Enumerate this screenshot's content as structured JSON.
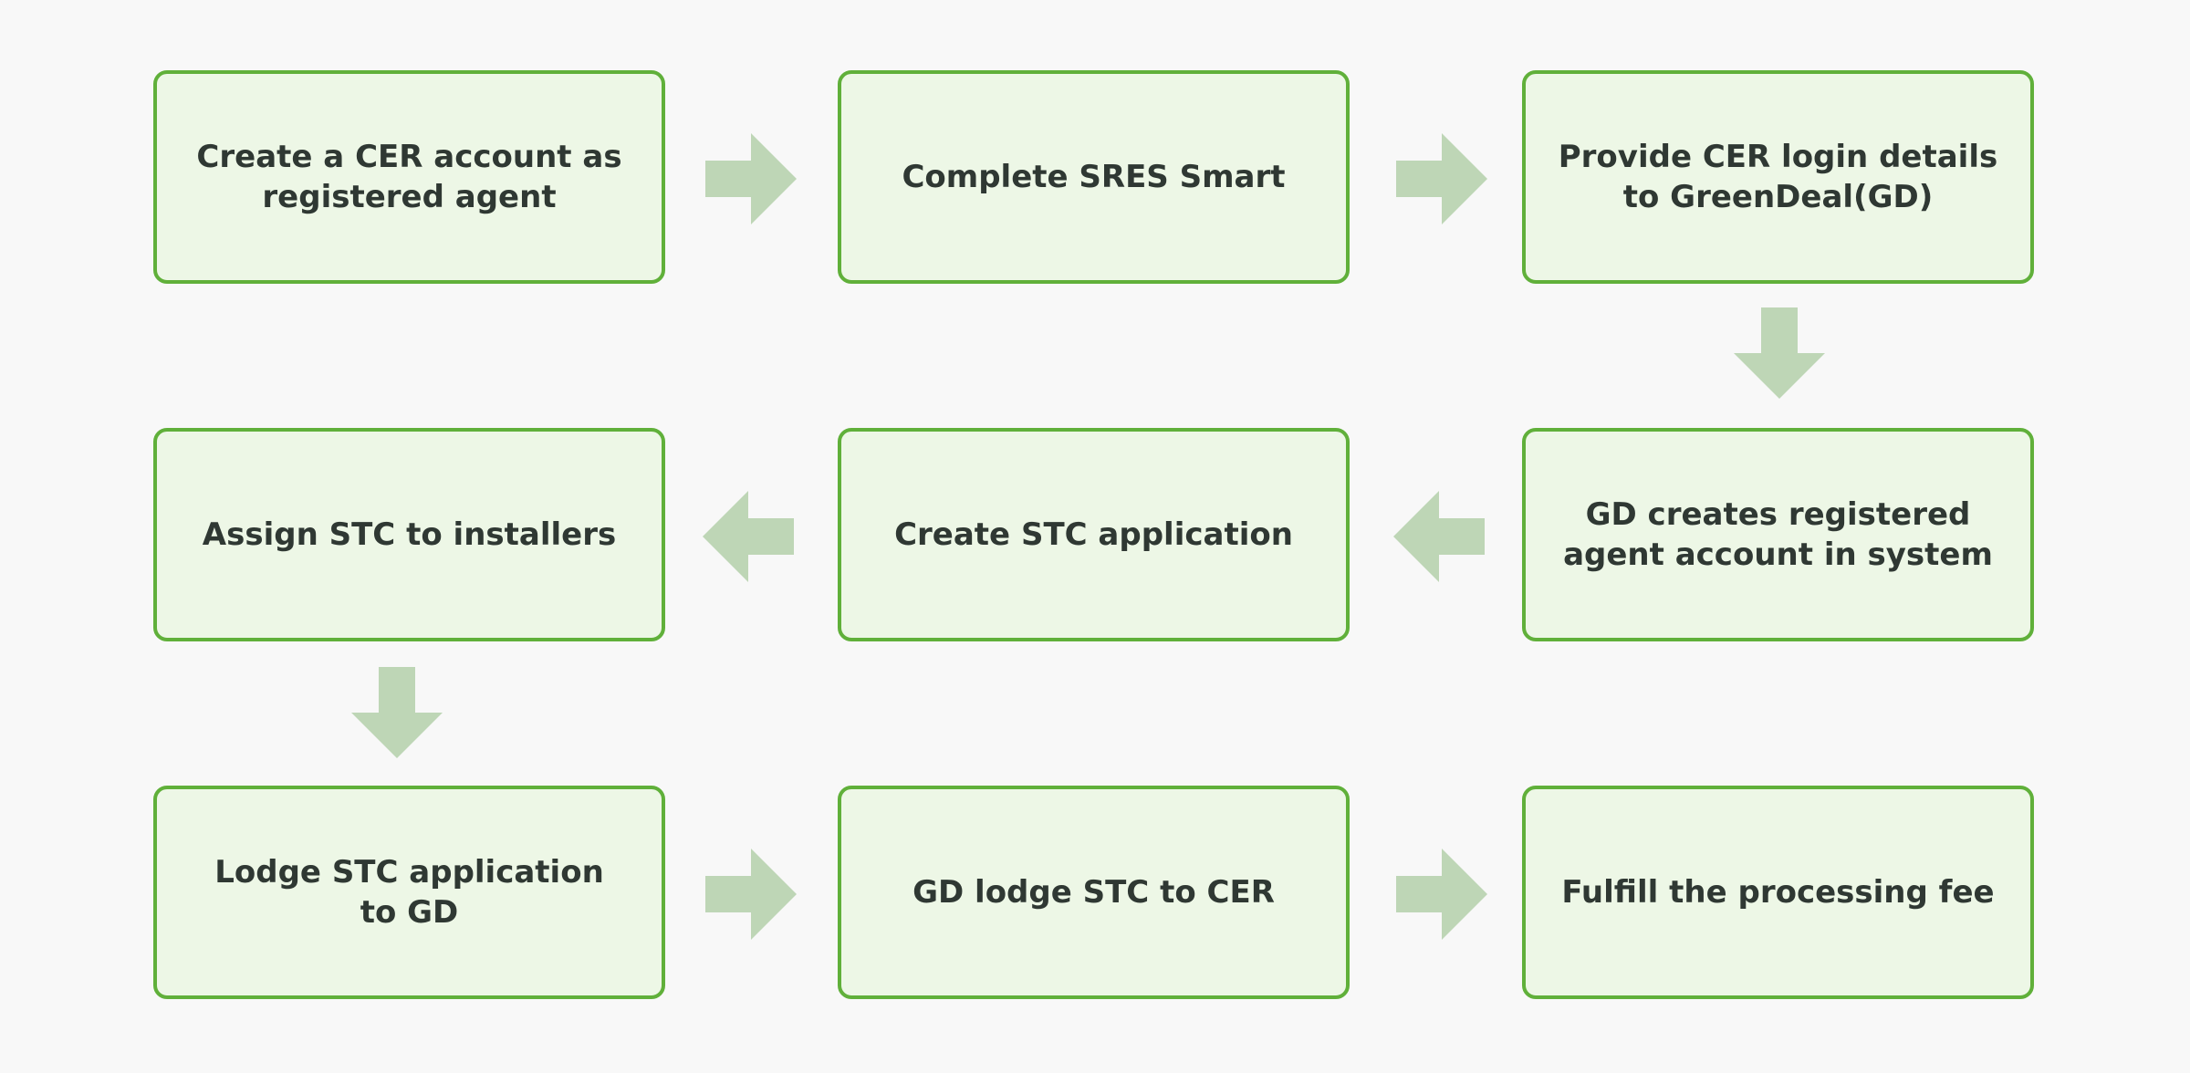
{
  "colors": {
    "background": "#f8f8f8",
    "box_fill": "#edf7e6",
    "box_border": "#60b03a",
    "arrow": "#bed6b6",
    "text": "#2f3833"
  },
  "steps": [
    {
      "id": "create-cer-account",
      "label": "Create a CER account as\nregistered agent"
    },
    {
      "id": "complete-sres-smart",
      "label": "Complete SRES Smart"
    },
    {
      "id": "provide-cer-login",
      "label": "Provide CER login details\nto GreenDeal(GD)"
    },
    {
      "id": "gd-creates-agent-account",
      "label": "GD creates registered\nagent account in system"
    },
    {
      "id": "create-stc-application",
      "label": "Create STC application"
    },
    {
      "id": "assign-stc-installers",
      "label": "Assign STC to installers"
    },
    {
      "id": "lodge-stc-application",
      "label": "Lodge STC application\nto GD"
    },
    {
      "id": "gd-lodge-stc",
      "label": "GD lodge STC to CER"
    },
    {
      "id": "fulfill-processing-fee",
      "label": "Fulfill the processing fee"
    }
  ],
  "arrows": [
    {
      "from": "create-cer-account",
      "to": "complete-sres-smart",
      "direction": "right"
    },
    {
      "from": "complete-sres-smart",
      "to": "provide-cer-login",
      "direction": "right"
    },
    {
      "from": "provide-cer-login",
      "to": "gd-creates-agent-account",
      "direction": "down"
    },
    {
      "from": "gd-creates-agent-account",
      "to": "create-stc-application",
      "direction": "left"
    },
    {
      "from": "create-stc-application",
      "to": "assign-stc-installers",
      "direction": "left"
    },
    {
      "from": "assign-stc-installers",
      "to": "lodge-stc-application",
      "direction": "down"
    },
    {
      "from": "lodge-stc-application",
      "to": "gd-lodge-stc",
      "direction": "right"
    },
    {
      "from": "gd-lodge-stc",
      "to": "fulfill-processing-fee",
      "direction": "right"
    }
  ]
}
